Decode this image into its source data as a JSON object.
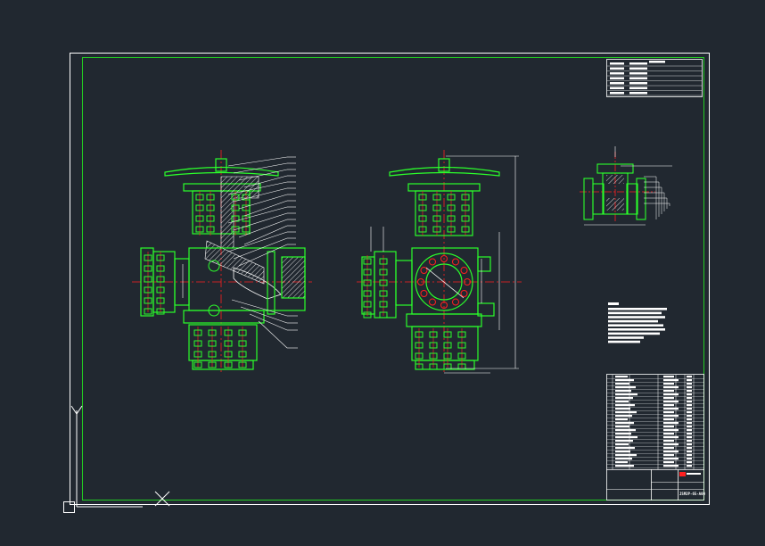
{
  "drawing": {
    "number": "JSM2P-65-A00",
    "background": "#212830",
    "colors": {
      "frame_outer": "#ffffff",
      "frame_inner": "#22cc22",
      "geometry": "#2bff2b",
      "centerline": "#ff2020",
      "annotation": "#ffffff",
      "hatch": "#ffffff"
    }
  },
  "ucs": {
    "x_axis": "X",
    "y_axis": "Y"
  }
}
